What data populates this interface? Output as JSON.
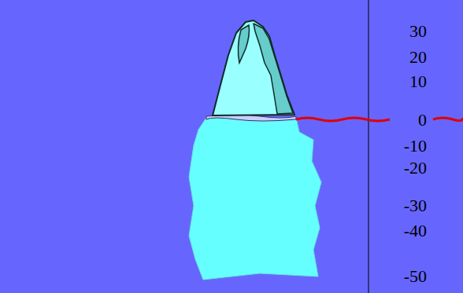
{
  "diagram": {
    "labels": [
      "30",
      "20",
      "10",
      "0",
      "-10",
      "-20",
      "-30",
      "-40",
      "-50"
    ]
  }
}
